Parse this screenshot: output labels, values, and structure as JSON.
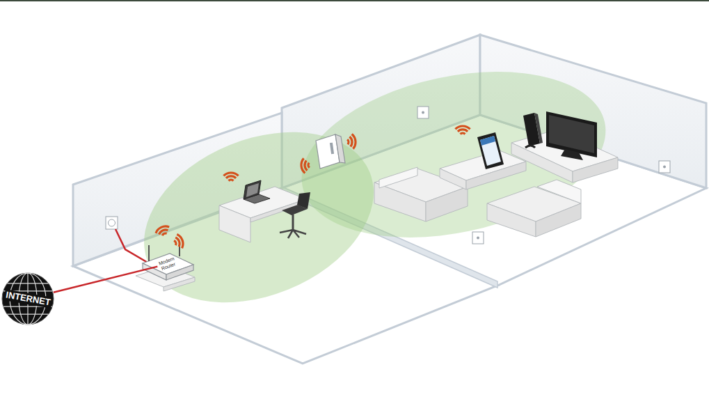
{
  "diagram": {
    "nodes": [
      {
        "text": [
          "INTERNET"
        ]
      },
      {
        "text": [
          "Modem Router"
        ]
      }
    ],
    "edges": [
      {
        "from": 0,
        "to": 1,
        "arrow": "none"
      }
    ]
  }
}
